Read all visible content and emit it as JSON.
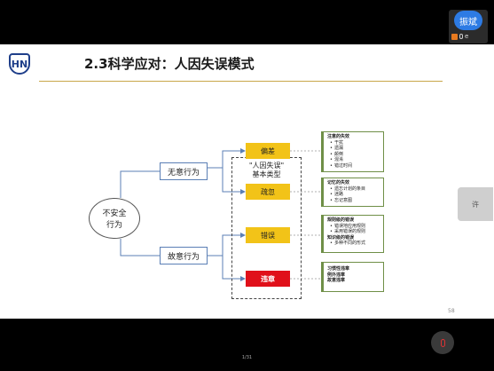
{
  "slide": {
    "logo_text": "HN",
    "title": "2.3科学应对：人因失误模式",
    "page_number": "58",
    "root": {
      "line1": "不安全",
      "line2": "行为"
    },
    "branches": {
      "unintentional": "无意行为",
      "intentional": "故意行为"
    },
    "types_header": {
      "line1": "\"人因失误\"",
      "line2": "基本类型"
    },
    "types": {
      "slip": "偏差",
      "lapse": "疏忽",
      "mistake": "错误",
      "violation": "违章"
    },
    "descriptions": {
      "attention": {
        "heading": "注意的失效",
        "items": [
          "干扰",
          "遗漏",
          "颠倒",
          "混淆",
          "错过时间"
        ]
      },
      "memory": {
        "heading": "记忆的失效",
        "items": [
          "遗忘计划的条目",
          "迷路",
          "忘记意图"
        ]
      },
      "rules": {
        "heading": "规则级的错误",
        "items": [
          "错误地应用规则",
          "采用错误的规则"
        ]
      },
      "knowledge": {
        "heading": "知识级的错误",
        "items": [
          "多种不同的形式"
        ]
      },
      "violation": {
        "lines": [
          "习惯性违章",
          "例外违章",
          "故意违章"
        ]
      }
    }
  },
  "viewer": {
    "page_indicator": "1/31",
    "user": {
      "name": "振斌",
      "status_text": "e"
    },
    "side_tile_text": "许"
  },
  "colors": {
    "yellow": "#f2c318",
    "red": "#e0101a",
    "blue_line": "#5b7fb5",
    "green_border": "#6f8f47"
  }
}
